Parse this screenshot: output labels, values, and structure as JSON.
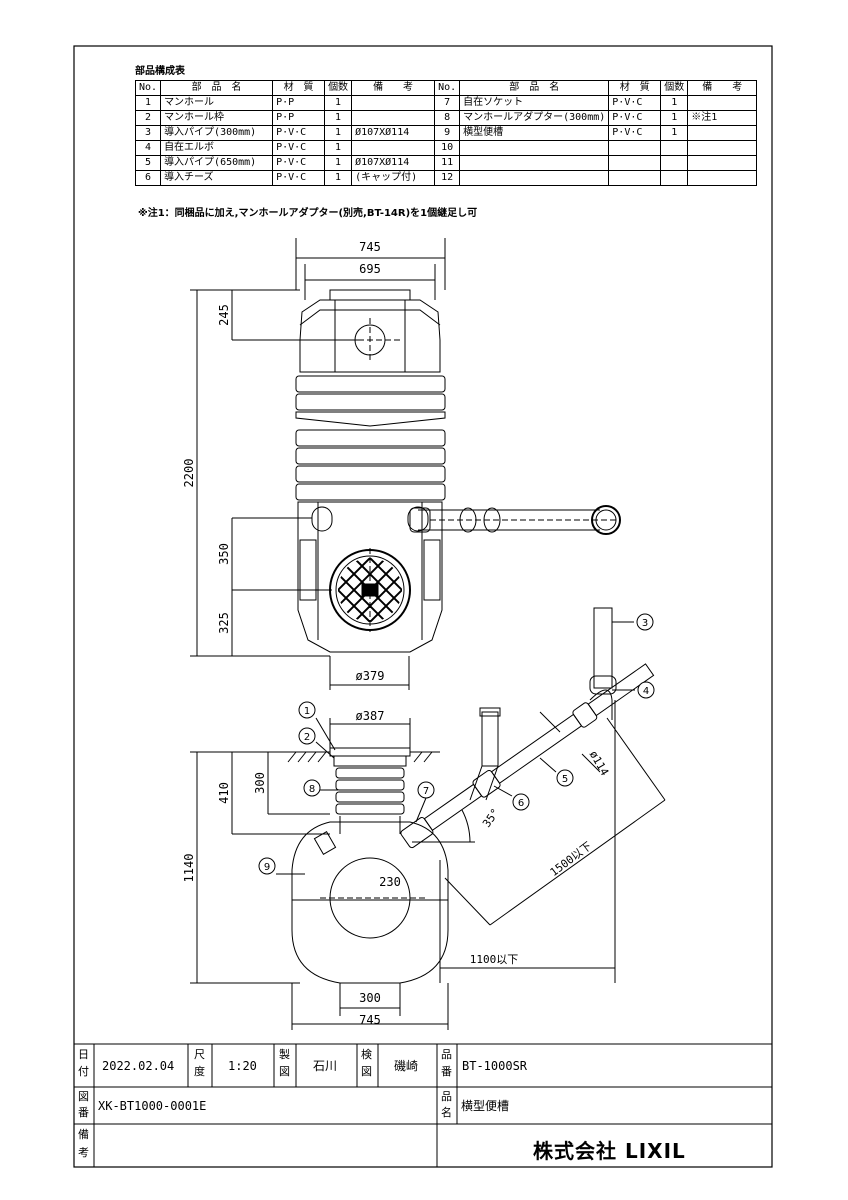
{
  "parts_table": {
    "title": "部品構成表",
    "headers": {
      "no": "No.",
      "name": "部　品　名",
      "material": "材　質",
      "qty": "個数",
      "remarks": "備　　考"
    },
    "left_rows": [
      {
        "no": "1",
        "name": "マンホール",
        "material": "P·P",
        "qty": "1",
        "remarks": ""
      },
      {
        "no": "2",
        "name": "マンホール枠",
        "material": "P·P",
        "qty": "1",
        "remarks": ""
      },
      {
        "no": "3",
        "name": "導入パイプ(300mm)",
        "material": "P·V·C",
        "qty": "1",
        "remarks": "Ø107XØ114"
      },
      {
        "no": "4",
        "name": "自在エルボ",
        "material": "P·V·C",
        "qty": "1",
        "remarks": ""
      },
      {
        "no": "5",
        "name": "導入パイプ(650mm)",
        "material": "P·V·C",
        "qty": "1",
        "remarks": "Ø107XØ114"
      },
      {
        "no": "6",
        "name": "導入チーズ",
        "material": "P·V·C",
        "qty": "1",
        "remarks": "(キャップ付)"
      }
    ],
    "right_rows": [
      {
        "no": "7",
        "name": "自在ソケット",
        "material": "P·V·C",
        "qty": "1",
        "remarks": ""
      },
      {
        "no": "8",
        "name": "マンホールアダプター(300mm)",
        "material": "P·V·C",
        "qty": "1",
        "remarks": "※注1"
      },
      {
        "no": "9",
        "name": "横型便槽",
        "material": "P·V·C",
        "qty": "1",
        "remarks": ""
      },
      {
        "no": "10",
        "name": "",
        "material": "",
        "qty": "",
        "remarks": ""
      },
      {
        "no": "11",
        "name": "",
        "material": "",
        "qty": "",
        "remarks": ""
      },
      {
        "no": "12",
        "name": "",
        "material": "",
        "qty": "",
        "remarks": ""
      }
    ]
  },
  "note": "※注1：同梱品に加え,マンホールアダプター(別売,BT-14R)を1個継足し可",
  "dims": {
    "d745_top": "745",
    "d695": "695",
    "d245": "245",
    "d2200": "2200",
    "d350": "350",
    "d325": "325",
    "d379": "ø379",
    "d387": "ø387",
    "d300_side": "300",
    "d410": "410",
    "d1140": "1140",
    "d230": "230",
    "d300_bottom": "300",
    "d745_bottom": "745",
    "d1100": "1100以下",
    "d1500": "1500以下",
    "d35": "35°",
    "d114": "ø114"
  },
  "callouts": [
    "1",
    "2",
    "3",
    "4",
    "5",
    "6",
    "7",
    "8",
    "9"
  ],
  "title_block": {
    "date_label_1": "日",
    "date_label_2": "付",
    "date": "2022.02.04",
    "scale_label_1": "尺",
    "scale_label_2": "度",
    "scale": "1:20",
    "drawn_label_1": "製",
    "drawn_label_2": "図",
    "drawn_by": "石川",
    "checked_label_1": "検",
    "checked_label_2": "図",
    "checked_by": "磯崎",
    "product_no_label_1": "品",
    "product_no_label_2": "番",
    "product_no": "BT-1000SR",
    "drawing_no_label_1": "図",
    "drawing_no_label_2": "番",
    "drawing_no": "XK-BT1000-0001E",
    "product_name_label_1": "品",
    "product_name_label_2": "名",
    "product_name": "横型便槽",
    "remarks_label_1": "備",
    "remarks_label_2": "考",
    "company": "株式会社 LIXIL"
  }
}
